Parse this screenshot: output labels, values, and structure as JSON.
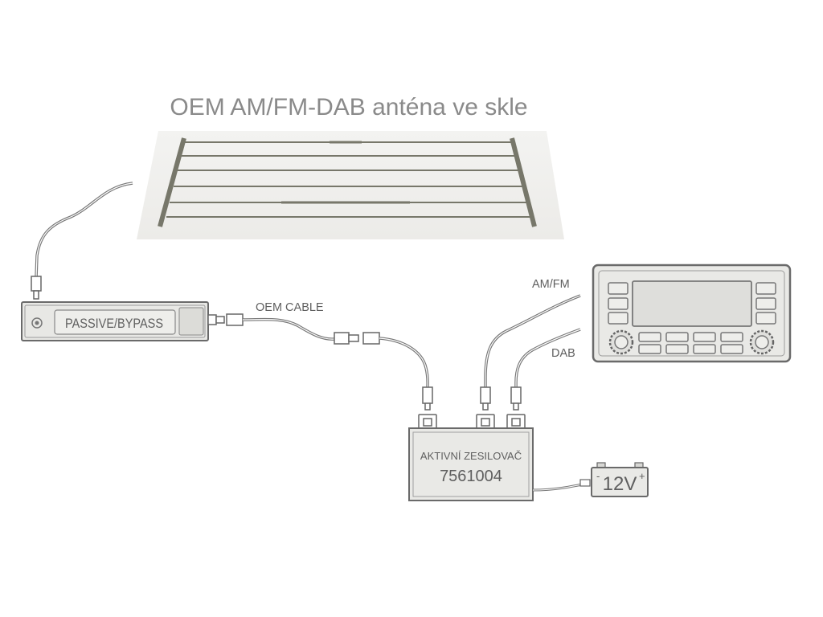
{
  "title": "OEM AM/FM-DAB anténa ve skle",
  "passive_box": {
    "label": "PASSIVE/BYPASS"
  },
  "cables": {
    "oem": "OEM CABLE",
    "amfm": "AM/FM",
    "dab": "DAB"
  },
  "amplifier": {
    "name": "AKTIVNÍ ZESILOVAČ",
    "code": "7561004"
  },
  "battery": {
    "label": "12V",
    "minus": "-",
    "plus": "+"
  }
}
